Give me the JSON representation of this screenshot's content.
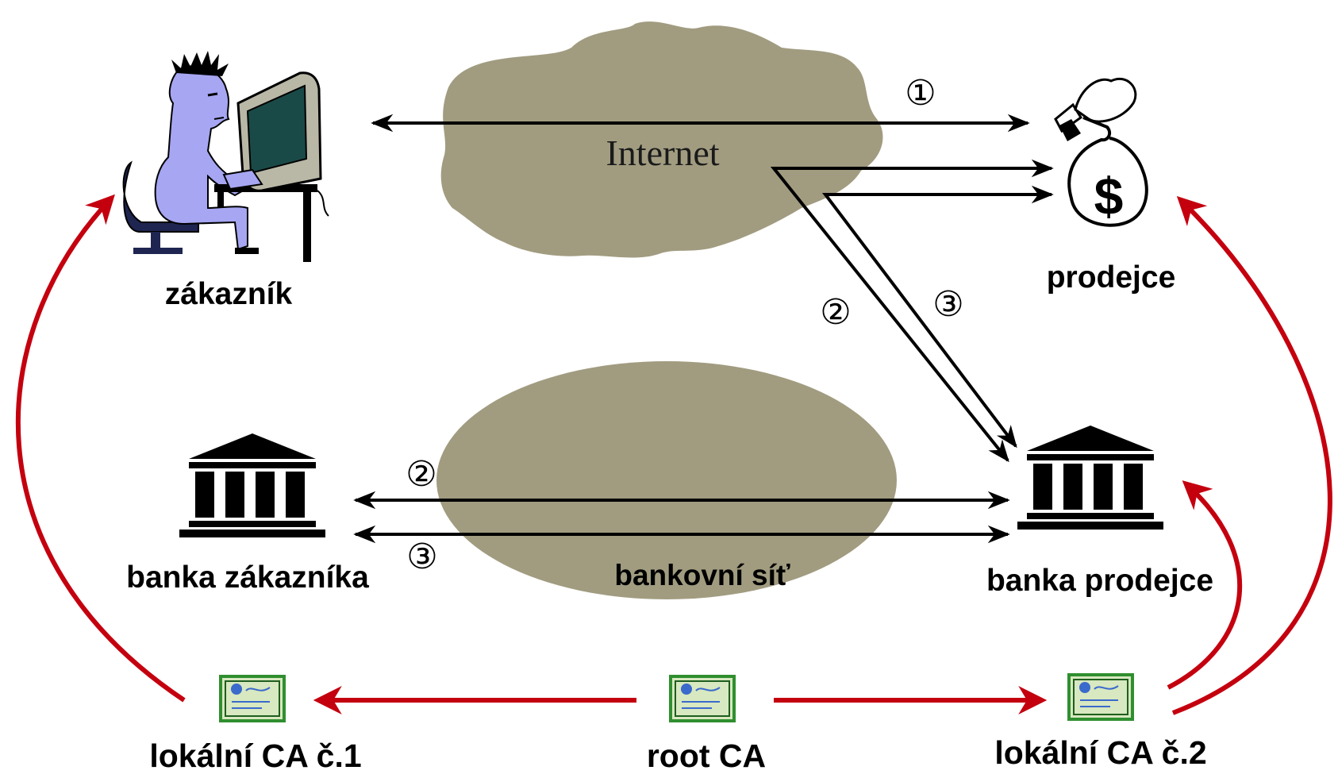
{
  "nodes": {
    "customer": "zákazník",
    "merchant": "prodejce",
    "customer_bank": "banka zákazníka",
    "merchant_bank": "banka prodejce",
    "local_ca_1": "lokální CA č.1",
    "root_ca": "root CA",
    "local_ca_2": "lokální CA č.2"
  },
  "networks": {
    "internet": "Internet",
    "bank_network": "bankovní síť"
  },
  "step_markers": {
    "step1": "①",
    "step2_internet": "②",
    "step3_internet": "③",
    "step2_bank": "②",
    "step3_bank": "③"
  },
  "dollar_sign": "$",
  "colors": {
    "cloud": "#a19c80",
    "ca_arrow": "#c4000f",
    "flow_arrow": "#000000",
    "person": "#a6a6f2",
    "screen": "#1a4a47",
    "certificate": "#2f8f2f"
  }
}
